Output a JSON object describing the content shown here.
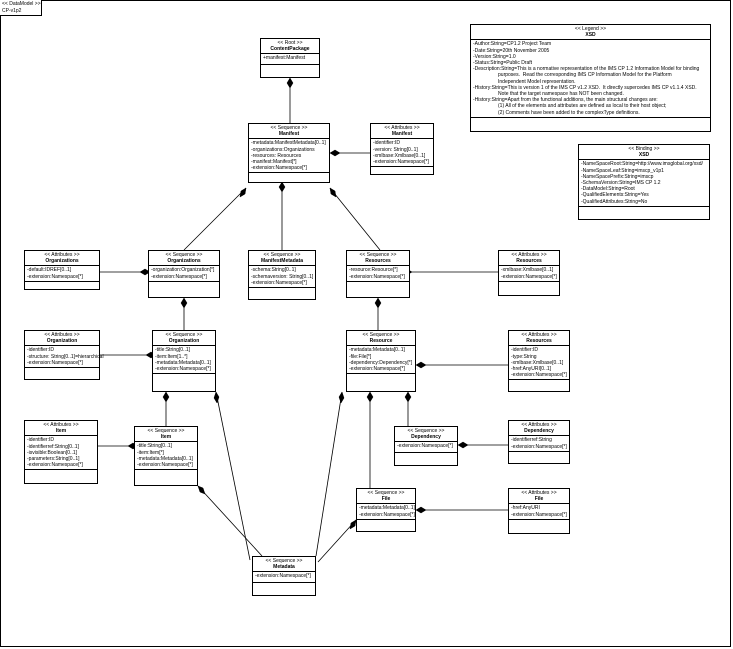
{
  "frame": {
    "line1": "<< DataModel >>",
    "line2": "CP-v1p2"
  },
  "classes": {
    "content_package": {
      "stereotype": "<< Root >>",
      "name": "ContentPackage",
      "attrs": [
        "+manifest:Manifest"
      ]
    },
    "manifest": {
      "stereotype": "<< Sequence >>",
      "name": "Manifest",
      "attrs": [
        "-metadata:ManifestMetadata[0..1]",
        "-organizations:Organizations",
        "-resources: Resources",
        "-manifest:Manifest[*]",
        "-extension:Namespace[*]"
      ]
    },
    "manifest_attrs": {
      "stereotype": "<< Attributes >>",
      "name": "Manifest",
      "attrs": [
        "-identifier:ID",
        "-version: String[0..1]",
        "-xmlbase:Xmlbase[0..1]",
        "-extension:Namespace[*]"
      ]
    },
    "organizations_attrs": {
      "stereotype": "<< Attributes >>",
      "name": "Organizations",
      "attrs": [
        "-default:IDREF[0..1]",
        "-extension:Namespace[*]"
      ]
    },
    "organizations": {
      "stereotype": "<< Sequence >>",
      "name": "Organizations",
      "attrs": [
        "-organization:Organization[*]",
        "-extension:Namespace[*]"
      ]
    },
    "manifest_metadata": {
      "stereotype": "<< Sequence >>",
      "name": "ManifestMetadata",
      "attrs": [
        "-schema:String[0..1]",
        "-schemaversion: String[0..1]",
        "-extension:Namespace[*]"
      ]
    },
    "resources": {
      "stereotype": "<< Sequence >>",
      "name": "Resources",
      "attrs": [
        "-resource:Resource[*]",
        "-extension:Namespace[*]"
      ]
    },
    "resources_attrs": {
      "stereotype": "<< Attributes >>",
      "name": "Resources",
      "attrs": [
        "-xmlbase:Xmlbase[0..1]",
        "-extension:Namespace[*]"
      ]
    },
    "organization_attrs": {
      "stereotype": "<< Attributes >>",
      "name": "Organization",
      "attrs": [
        "-identifier:ID",
        "-structure: String[0..1]=hierarchical",
        "-extension:Namespace[*]"
      ]
    },
    "organization": {
      "stereotype": "<< Sequence >>",
      "name": "Organization",
      "attrs": [
        "-title:String[0..1]",
        "-item:Item[1..*]",
        "-metadata:Metadata[0..1]",
        "-extension:Namespace[*]"
      ]
    },
    "resource": {
      "stereotype": "<< Sequence >>",
      "name": "Resource",
      "attrs": [
        "-metadata:Metadata[0..1]",
        "-file:File[*]",
        "-dependency:Dependency[*]",
        "-extension:Namespace[*]"
      ]
    },
    "resource_attrs": {
      "stereotype": "<< Attributes >>",
      "name": "Resources",
      "attrs": [
        "-identifier:ID",
        "-type:String",
        "-xmlbase:Xmlbase[0..1]",
        "-href:AnyURI[0..1]",
        "-extension:Namespace[*]"
      ]
    },
    "item_attrs": {
      "stereotype": "<< Attributes >>",
      "name": "Item",
      "attrs": [
        "-identifier:ID",
        "-identifierref:String[0..1]",
        "-isvisible:Boolean[0..1]",
        "-parameters:String[0..1]",
        "-extension:Namespace[*]"
      ]
    },
    "item": {
      "stereotype": "<< Sequence >>",
      "name": "Item",
      "attrs": [
        "-title:String[0..1]",
        "-item:Item[*]",
        "-metadata:Metadata[0..1]",
        "-extension:Namespace[*]"
      ]
    },
    "dependency": {
      "stereotype": "<< Sequence >>",
      "name": "Dependency",
      "attrs": [
        "-extension:Namespace[*]"
      ]
    },
    "dependency_attrs": {
      "stereotype": "<< Attributes >>",
      "name": "Dependency",
      "attrs": [
        "-identifierref:String",
        "-extension:Namespace[*]"
      ]
    },
    "file": {
      "stereotype": "<< Sequence >>",
      "name": "File",
      "attrs": [
        "-metadata:Metadata[0..1]",
        "-extension:Namespace[*]"
      ]
    },
    "file_attrs": {
      "stereotype": "<< Attributes >>",
      "name": "File",
      "attrs": [
        "-href:AnyURI",
        "-extension:Namespace[*]"
      ]
    },
    "metadata": {
      "stereotype": "<< Sequence >>",
      "name": "Metadata",
      "attrs": [
        "-extension:Namespace[*]"
      ]
    }
  },
  "legend": {
    "stereotype": "<< Legend >>",
    "name": "XSD",
    "lines": [
      "-Author:String=CP1.2 Project Team",
      "-Date:String=20th November 2005",
      "-Version:String=1.0",
      "-Status:String=Public Draft",
      "-Description:String=This is a normative representation of the IMS CP 1.2 Information Model for binding",
      "                  purposes.  Read the corresponding IMS CP Information Model for the Platform",
      "                  Independent Model representation.",
      "-History:String=This is version 1 of the IMS CP v1.2 XSD.  It directly supercedes IMS CP v1.1.4 XSD.",
      "                  Note that the target namespace has NOT been changed.",
      "-History:String=Apart from the functional additions, the main structural changes are:",
      "                  (1) All of the elements and attributes are defined as local to their host object;",
      "                  (2) Comments have been added to the complexType definitions."
    ]
  },
  "binding": {
    "stereotype": "<< Binding >>",
    "name": "XSD",
    "lines": [
      "-NameSpaceRoot:String=http://www.imsglobal.org/xsd/",
      "-NameSpaceLeaf:String=imscp_v1p1",
      "-NameSpacePrefix:String=imscp",
      "-SchemaVersion:String=IMS CP 1.2",
      "-DataModel:String=Root",
      "-QualifiedElements:String=Yes",
      "-QualifiedAttributes:String=No"
    ]
  }
}
